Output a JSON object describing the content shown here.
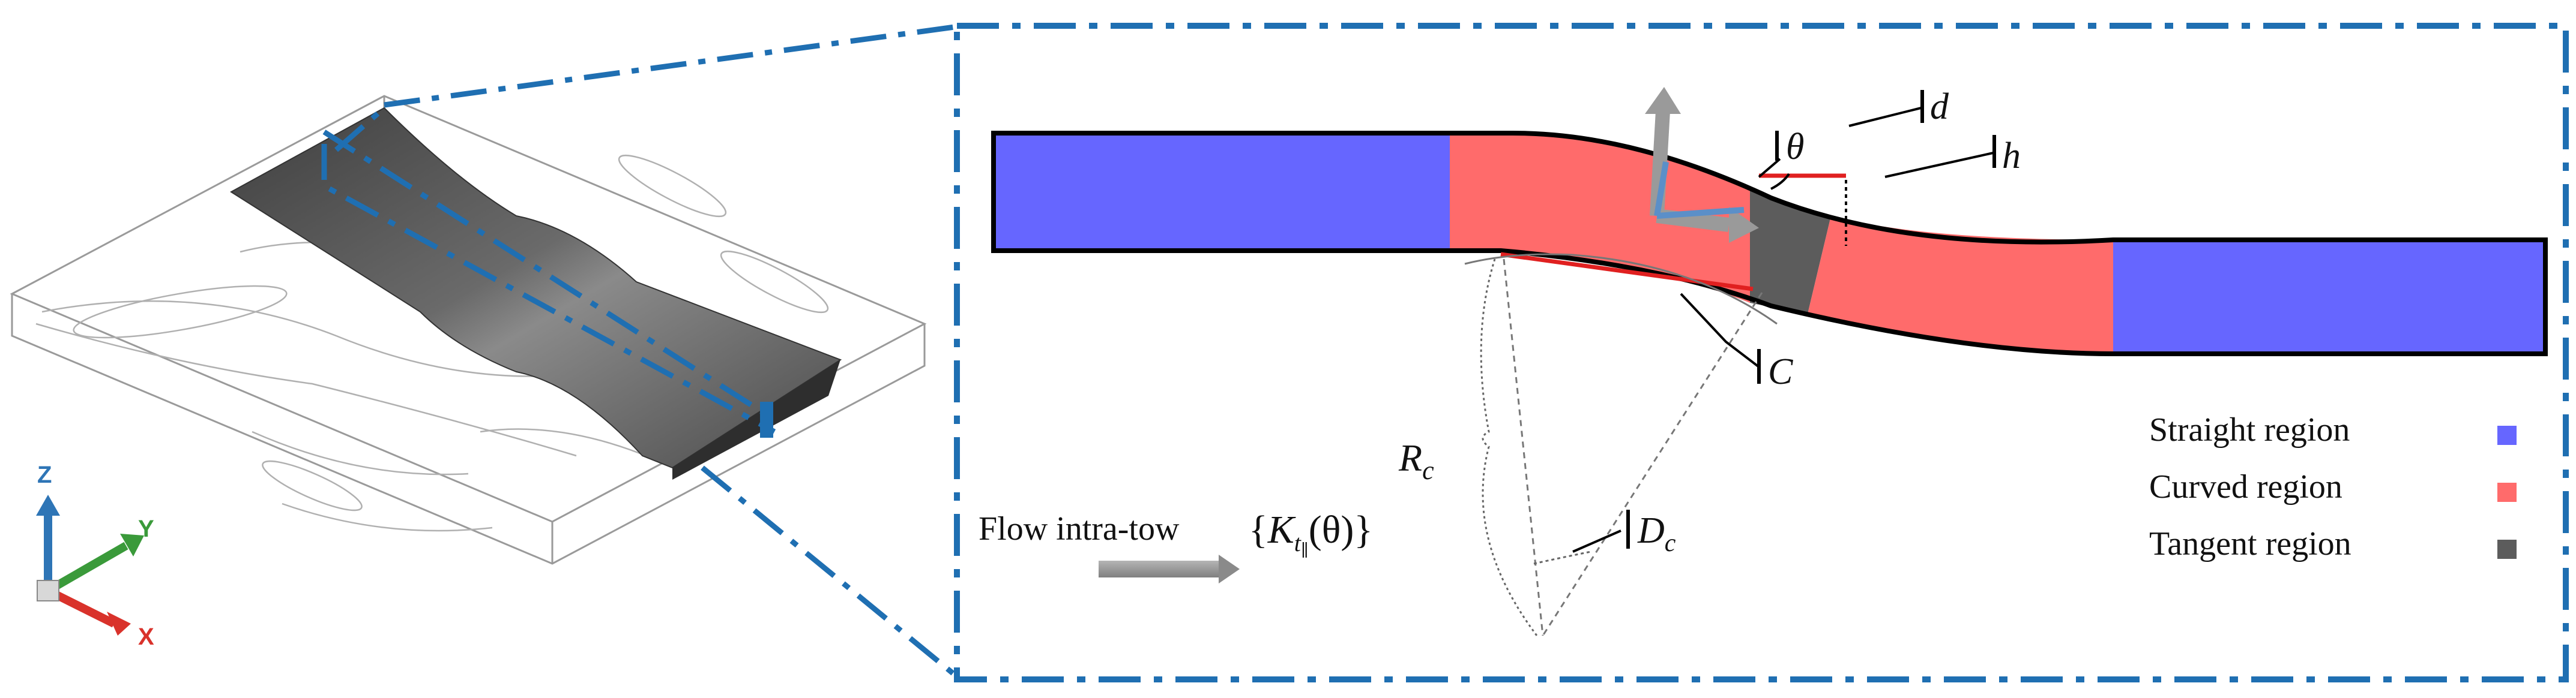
{
  "axes": {
    "z": {
      "label": "Z",
      "color": "#2e75b6"
    },
    "y": {
      "label": "Y",
      "color": "#3a9a3a"
    },
    "x": {
      "label": "X",
      "color": "#d9322b"
    }
  },
  "dimensions": {
    "theta": "θ",
    "d": "d",
    "h": "h",
    "C": "C",
    "Rc_main": "R",
    "Rc_sub": "c",
    "Dc_main": "D",
    "Dc_sub": "c"
  },
  "flow": {
    "text": "Flow intra-tow",
    "formula_open": "{",
    "formula_K": "K",
    "formula_t": "t",
    "formula_par": "∥",
    "formula_arg": "(θ)",
    "formula_close": "}"
  },
  "legend": {
    "items": [
      {
        "label": "Straight region",
        "color": "#6666ff"
      },
      {
        "label": "Curved region",
        "color": "#ff6b6b"
      },
      {
        "label": "Tangent region",
        "color": "#5c5c5c"
      }
    ]
  },
  "colors": {
    "zoom_frame": "#1f6fb2",
    "tow_shell": "#4d4d4d",
    "dimension_red": "#e02020"
  }
}
